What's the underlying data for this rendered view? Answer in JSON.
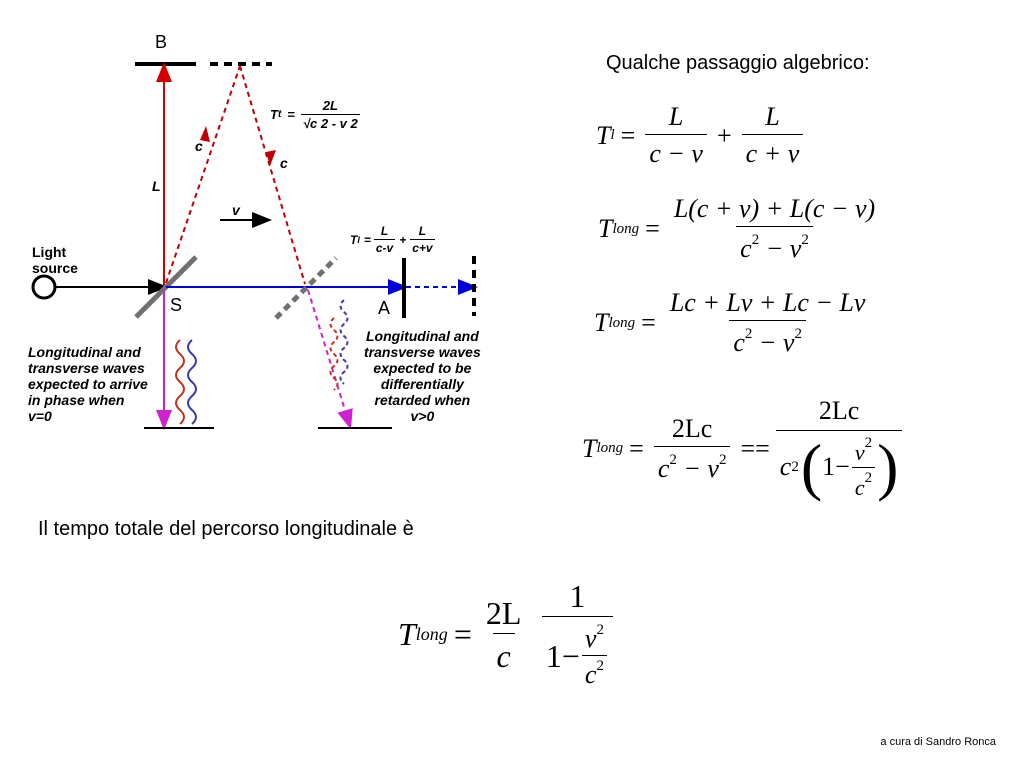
{
  "diagram": {
    "label_b": "B",
    "label_s": "S",
    "label_a": "A",
    "label_L": "L",
    "label_c_left": "c",
    "label_c_right": "c",
    "label_v": "v",
    "light_source": "Light\nsource",
    "formula_tt_lhs": "T",
    "formula_tt_sub": "t",
    "formula_tt_num": "2L",
    "formula_tt_den": "c 2 - v 2",
    "formula_tl_lhs": "T",
    "formula_tl_sub": "l",
    "formula_tl_num1": "L",
    "formula_tl_den1": "c-v",
    "formula_tl_num2": "L",
    "formula_tl_den2": "c+v",
    "note_left": "Longitudinal and\ntransverse waves\nexpected to arrive\nin phase when\nv=0",
    "note_right": "Longitudinal and\ntransverse waves\nexpected to be\ndifferentially\nretarded when\nv>0",
    "colors": {
      "mirror": "#000000",
      "red_path": "#d40000",
      "dashed_red": "#c00000",
      "blue_path": "#0000dd",
      "magenta_path": "#d020d0",
      "splitter": "#707070",
      "wave_red": "#c83018",
      "wave_blue": "#3838b0"
    }
  },
  "header": {
    "algebra_title": "Qualche passaggio algebrico:"
  },
  "eq1": {
    "lhs": "T",
    "sub": "l",
    "num1": "L",
    "den1": "c − v",
    "plus": "+",
    "num2": "L",
    "den2": "c + v"
  },
  "eq2": {
    "lhs": "T",
    "sub": "long",
    "num": "L(c + v) + L(c − v)",
    "den_a": "c",
    "den_b": "− v"
  },
  "eq3": {
    "lhs": "T",
    "sub": "long",
    "num": "Lc + Lv + Lc − Lv",
    "den_a": "c",
    "den_b": "− v"
  },
  "eq4": {
    "lhs": "T",
    "sub": "long",
    "num1": "2Lc",
    "den1_a": "c",
    "den1_b": "− v",
    "eqeq": "==",
    "num2": "2Lc",
    "den2_c": "c",
    "one_minus": "1−",
    "inner_num": "v",
    "inner_den": "c"
  },
  "body_text": "Il tempo totale del percorso longitudinale è",
  "final_eq": {
    "lhs": "T",
    "sub": "long",
    "num1": "2L",
    "den1": "c",
    "num2": "1",
    "one_minus": "1−",
    "inner_num": "v",
    "inner_den": "c"
  },
  "sup2": "2",
  "footer": "a cura di Sandro Ronca"
}
